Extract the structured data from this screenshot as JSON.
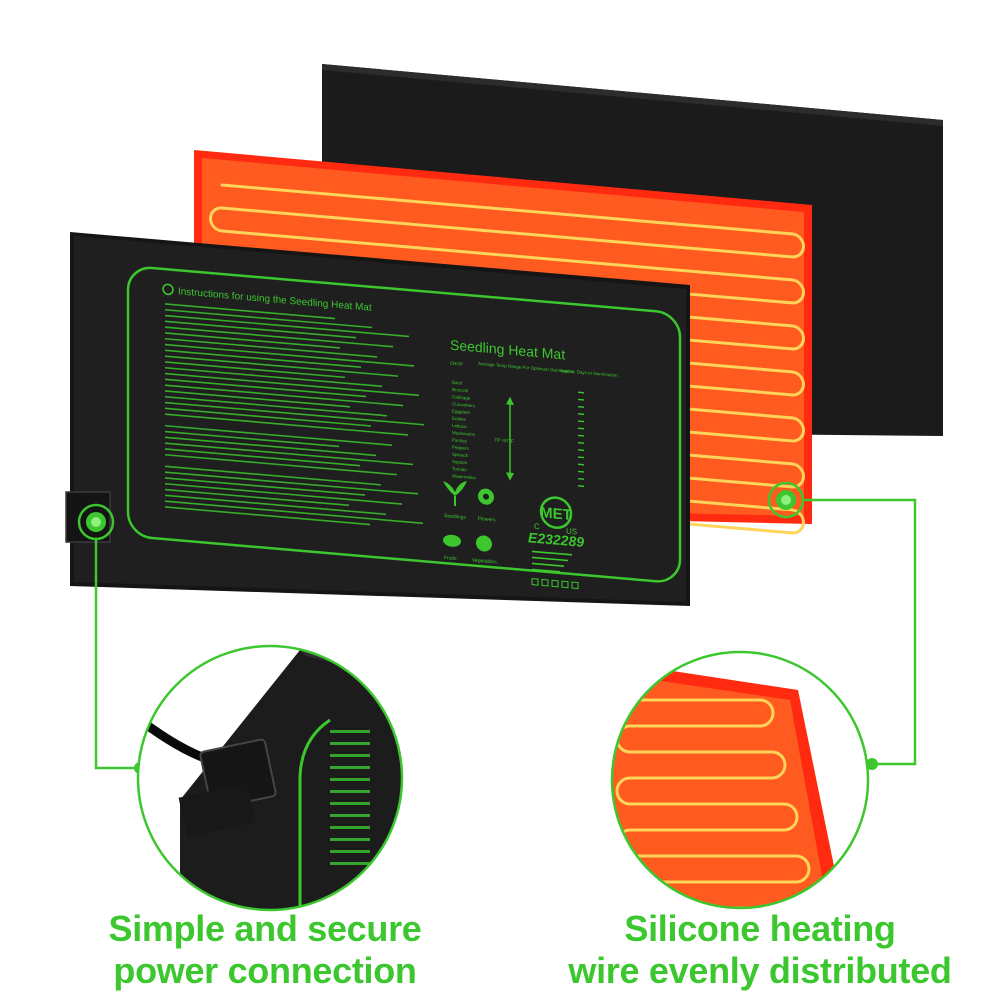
{
  "colors": {
    "accent_green": "#3cc72e",
    "mat_black": "#1c1c1c",
    "heater_orange": "#ff5a1f",
    "heater_red_border": "#ff2a10",
    "wire_yellow": "#ffd45a"
  },
  "mat": {
    "instructions_title": "Instructions for using the Seedling Heat Mat",
    "product_title": "Seedling Heat Mat",
    "crop_header": "CROP",
    "temp_header": "Average Temp Range For Optimum Germination",
    "days_header": "Approx. Days to Germination",
    "temp_range": "70°-97°F",
    "crops": [
      "Basil",
      "Broccoli",
      "Cabbage",
      "Cucumbers",
      "Eggplant",
      "Endive",
      "Lettuce",
      "Muskmelon",
      "Parsley",
      "Peppers",
      "Spinach",
      "Squash",
      "Tomato",
      "Watermelon"
    ],
    "icon_labels": [
      "Seedlings",
      "Flowers",
      "Fruits",
      "Vegetables"
    ],
    "cert_mark": "MET",
    "cert_c": "C",
    "cert_us": "US",
    "cert_number": "E232289"
  },
  "captions": {
    "left_line1": "Simple and secure",
    "left_line2": "power connection",
    "right_line1": "Silicone heating",
    "right_line2": "wire evenly distributed"
  }
}
